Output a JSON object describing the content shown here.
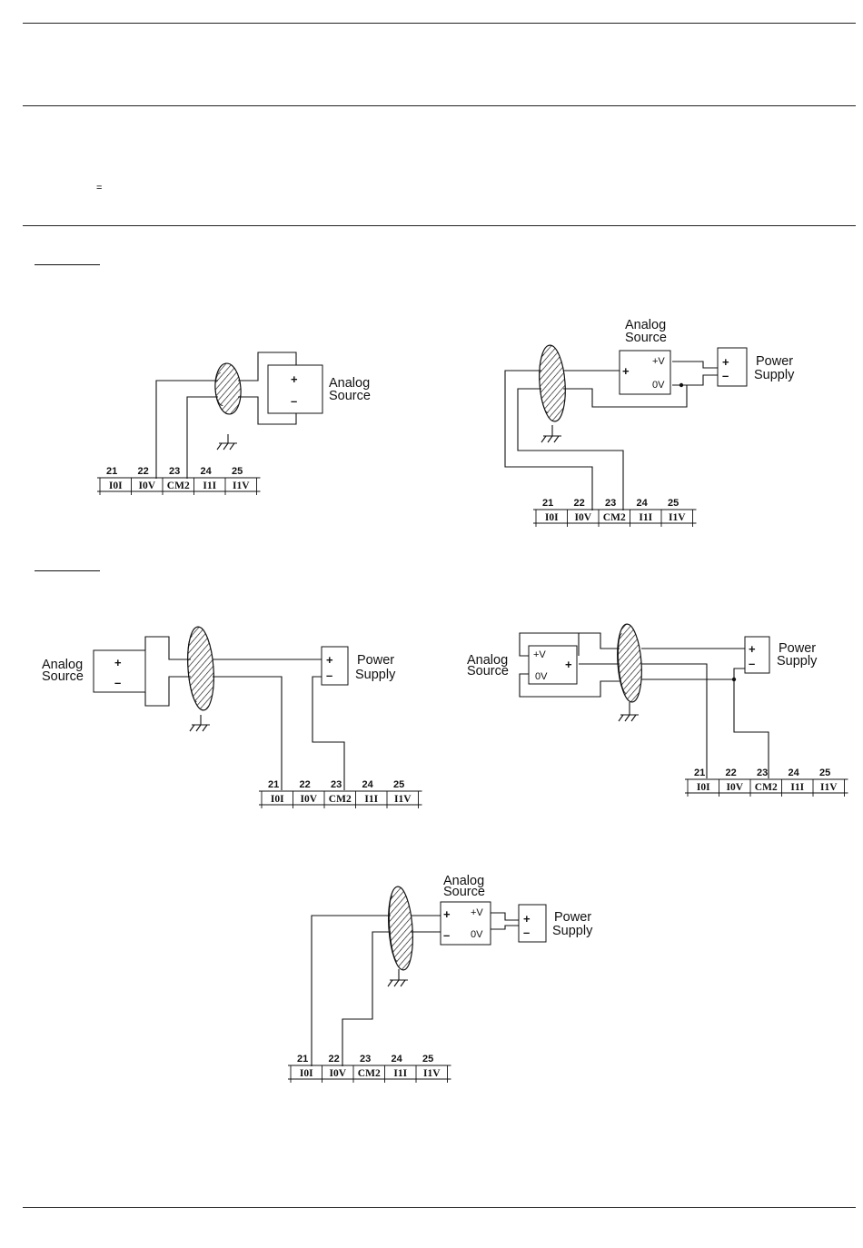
{
  "page": {
    "mark": "="
  },
  "labels": {
    "analog_line1": "Analog",
    "analog_line2": "Source",
    "power_line1": "Power",
    "power_line2": "Supply",
    "plus": "+",
    "minus": "–",
    "plus_v": "+V",
    "zero_v": "0V"
  },
  "terminal_strip": {
    "numbers": [
      "21",
      "22",
      "23",
      "24",
      "25"
    ],
    "names": [
      "I0I",
      "I0V",
      "CM2",
      "I1I",
      "I1V"
    ]
  },
  "colors": {
    "line": "#111111",
    "background": "#ffffff"
  }
}
